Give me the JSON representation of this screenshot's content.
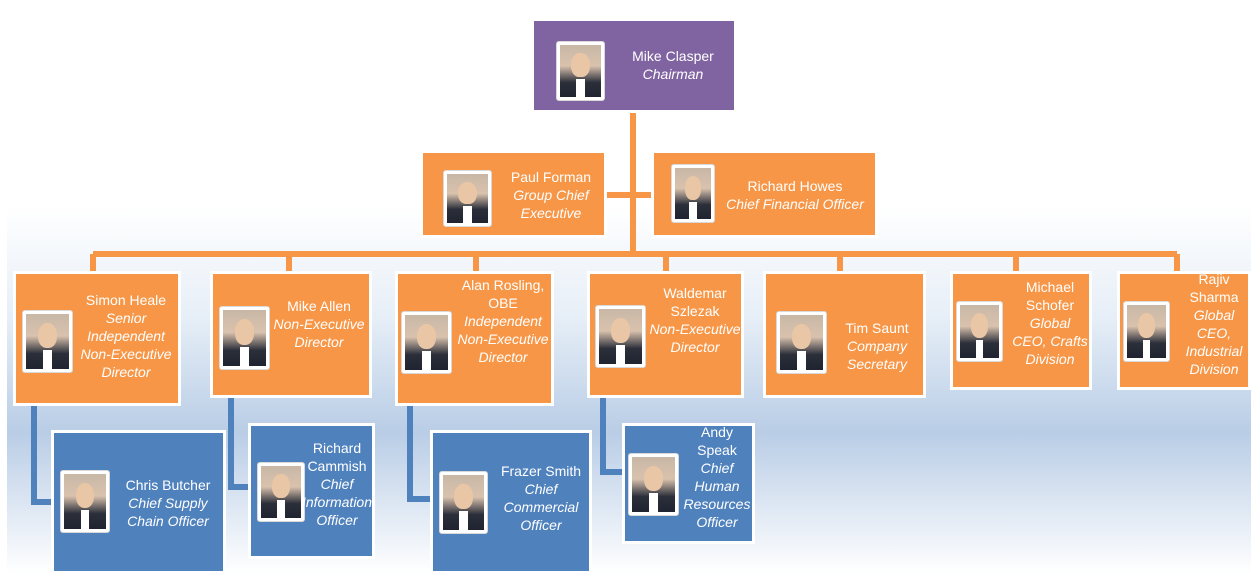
{
  "people": {
    "chairman": {
      "name": "Mike Clasper",
      "role": "Chairman"
    },
    "ceo": {
      "name": "Paul Forman",
      "role": "Group Chief Executive"
    },
    "cfo": {
      "name": "Richard Howes",
      "role": "Chief Financial Officer"
    },
    "heale": {
      "name": "Simon Heale",
      "role": "Senior Independent Non-Executive Director"
    },
    "allen": {
      "name": "Mike Allen",
      "role": "Non-Executive Director"
    },
    "rosling": {
      "name": "Alan Rosling, OBE",
      "role": "Independent Non-Executive Director"
    },
    "szlezak": {
      "name": "Waldemar Szlezak",
      "role": "Non-Executive Director"
    },
    "saunt": {
      "name": "Tim Saunt",
      "role": "Company Secretary"
    },
    "schofer": {
      "name": "Michael Schofer",
      "role": "Global CEO, Crafts Division"
    },
    "sharma": {
      "name": "Rajiv Sharma",
      "role": "Global CEO, Industrial Division"
    },
    "butcher": {
      "name": "Chris Butcher",
      "role": "Chief Supply Chain Officer"
    },
    "cammish": {
      "name": "Richard Cammish",
      "role": "Chief Information Officer"
    },
    "smith": {
      "name": "Frazer Smith",
      "role": "Chief Commercial Officer"
    },
    "speak": {
      "name": "Andy Speak",
      "role": "Chief Human Resources Officer"
    }
  },
  "colors": {
    "chairman": "#8064a2",
    "executive": "#f79646",
    "reports": "#4f81bd",
    "connector_orange": "#f79646",
    "connector_blue": "#4f81bd"
  }
}
